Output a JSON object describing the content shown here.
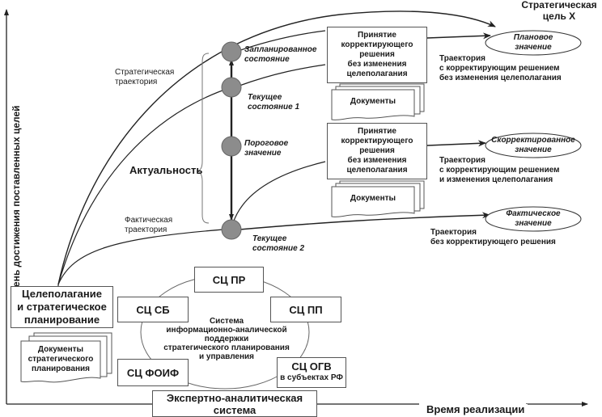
{
  "axes": {
    "y_label": "Степень достижения поставленных целей",
    "x_label": "Время реализации"
  },
  "goal": {
    "title_line1": "Стратегическая",
    "title_line2": "цель X"
  },
  "trajectories": {
    "strategic": [
      "Стратегическая",
      "траектория"
    ],
    "actual": [
      "Фактическая",
      "траектория"
    ]
  },
  "states": [
    {
      "id": "planned",
      "lines": [
        "Запланированное",
        "состояние"
      ]
    },
    {
      "id": "current1",
      "lines": [
        "Текущее",
        "состояние 1"
      ]
    },
    {
      "id": "threshold",
      "lines": [
        "Пороговое",
        "значение"
      ]
    },
    {
      "id": "current2",
      "lines": [
        "Текущее",
        "состояние 2"
      ]
    }
  ],
  "relevance_label": "Актуальность",
  "decision_boxes": [
    {
      "lines": [
        "Принятие",
        "корректирующего",
        "решения",
        "без изменения",
        "целеполагания"
      ],
      "docs": "Документы"
    },
    {
      "lines": [
        "Принятие",
        "корректирующего",
        "решения",
        "без изменения",
        "целеполагания"
      ],
      "docs": "Документы"
    }
  ],
  "outcomes": [
    {
      "ellipse": [
        "Плановое",
        "значение"
      ],
      "caption": [
        "Траектория",
        "с корректирующим решением",
        "без изменения целеполагания"
      ]
    },
    {
      "ellipse": [
        "Скорректированное",
        "значение"
      ],
      "caption": [
        "Траектория",
        "с корректирующим решением",
        "и изменения целеполагания"
      ]
    },
    {
      "ellipse": [
        "Фактическое",
        "значение"
      ],
      "caption": [
        "Траектория",
        "без корректирующего решения"
      ]
    }
  ],
  "planning_box": [
    "Целеполагание",
    "и стратегическое",
    "планирование"
  ],
  "planning_docs": [
    "Документы",
    "стратегического",
    "планирования"
  ],
  "system": {
    "center": [
      "Система",
      "информационно-аналической",
      "поддержки",
      "стратегического планирования",
      "и управления"
    ],
    "nodes": {
      "pr": "СЦ ПР",
      "sb": "СЦ СБ",
      "pp": "СЦ ПП",
      "foif": "СЦ ФОИФ",
      "ogv": "СЦ ОГВ",
      "ogv_sub": "в субъектах РФ"
    },
    "expert": [
      "Экспертно-аналитическая",
      "система"
    ]
  }
}
